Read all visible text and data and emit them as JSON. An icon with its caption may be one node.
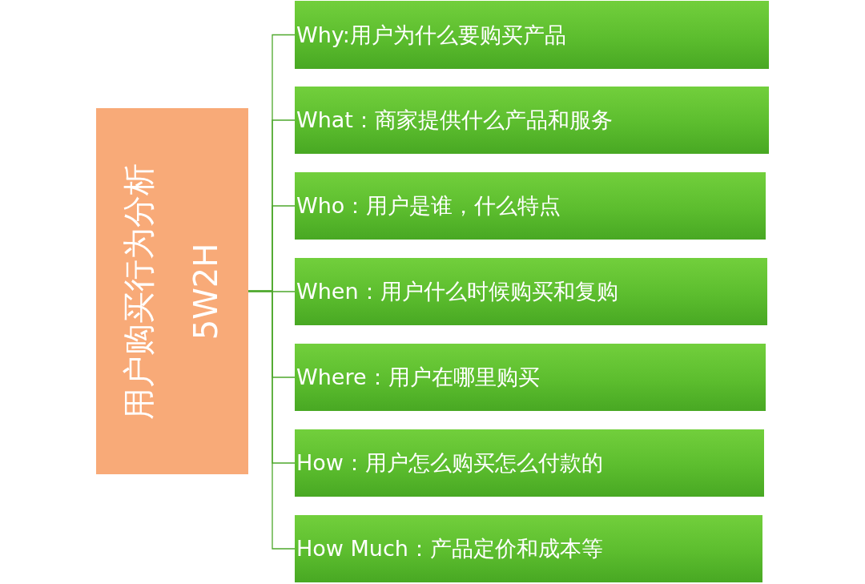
{
  "diagram": {
    "nodes": [
      {
        "text": [
          "用户购买行为分析",
          "5W2H"
        ]
      },
      {
        "text": [
          "Why:用户为什么要购买产品"
        ]
      },
      {
        "text": [
          "What：商家提供什么产品和服务"
        ]
      },
      {
        "text": [
          "Who：用户是谁，什么特点"
        ]
      },
      {
        "text": [
          "When：用户什么时候购买和复购"
        ]
      },
      {
        "text": [
          "Where：用户在哪里购买"
        ]
      },
      {
        "text": [
          "How：用户怎么购买怎么付款的"
        ]
      },
      {
        "text": [
          "How Much：产品定价和成本等"
        ]
      }
    ],
    "edges": [
      {
        "from": 0,
        "to": 1,
        "arrow": "none"
      },
      {
        "from": 0,
        "to": 2,
        "arrow": "none"
      },
      {
        "from": 0,
        "to": 3,
        "arrow": "none"
      },
      {
        "from": 0,
        "to": 4,
        "arrow": "none"
      },
      {
        "from": 0,
        "to": 5,
        "arrow": "none"
      },
      {
        "from": 0,
        "to": 6,
        "arrow": "none"
      },
      {
        "from": 0,
        "to": 7,
        "arrow": "none"
      }
    ]
  }
}
